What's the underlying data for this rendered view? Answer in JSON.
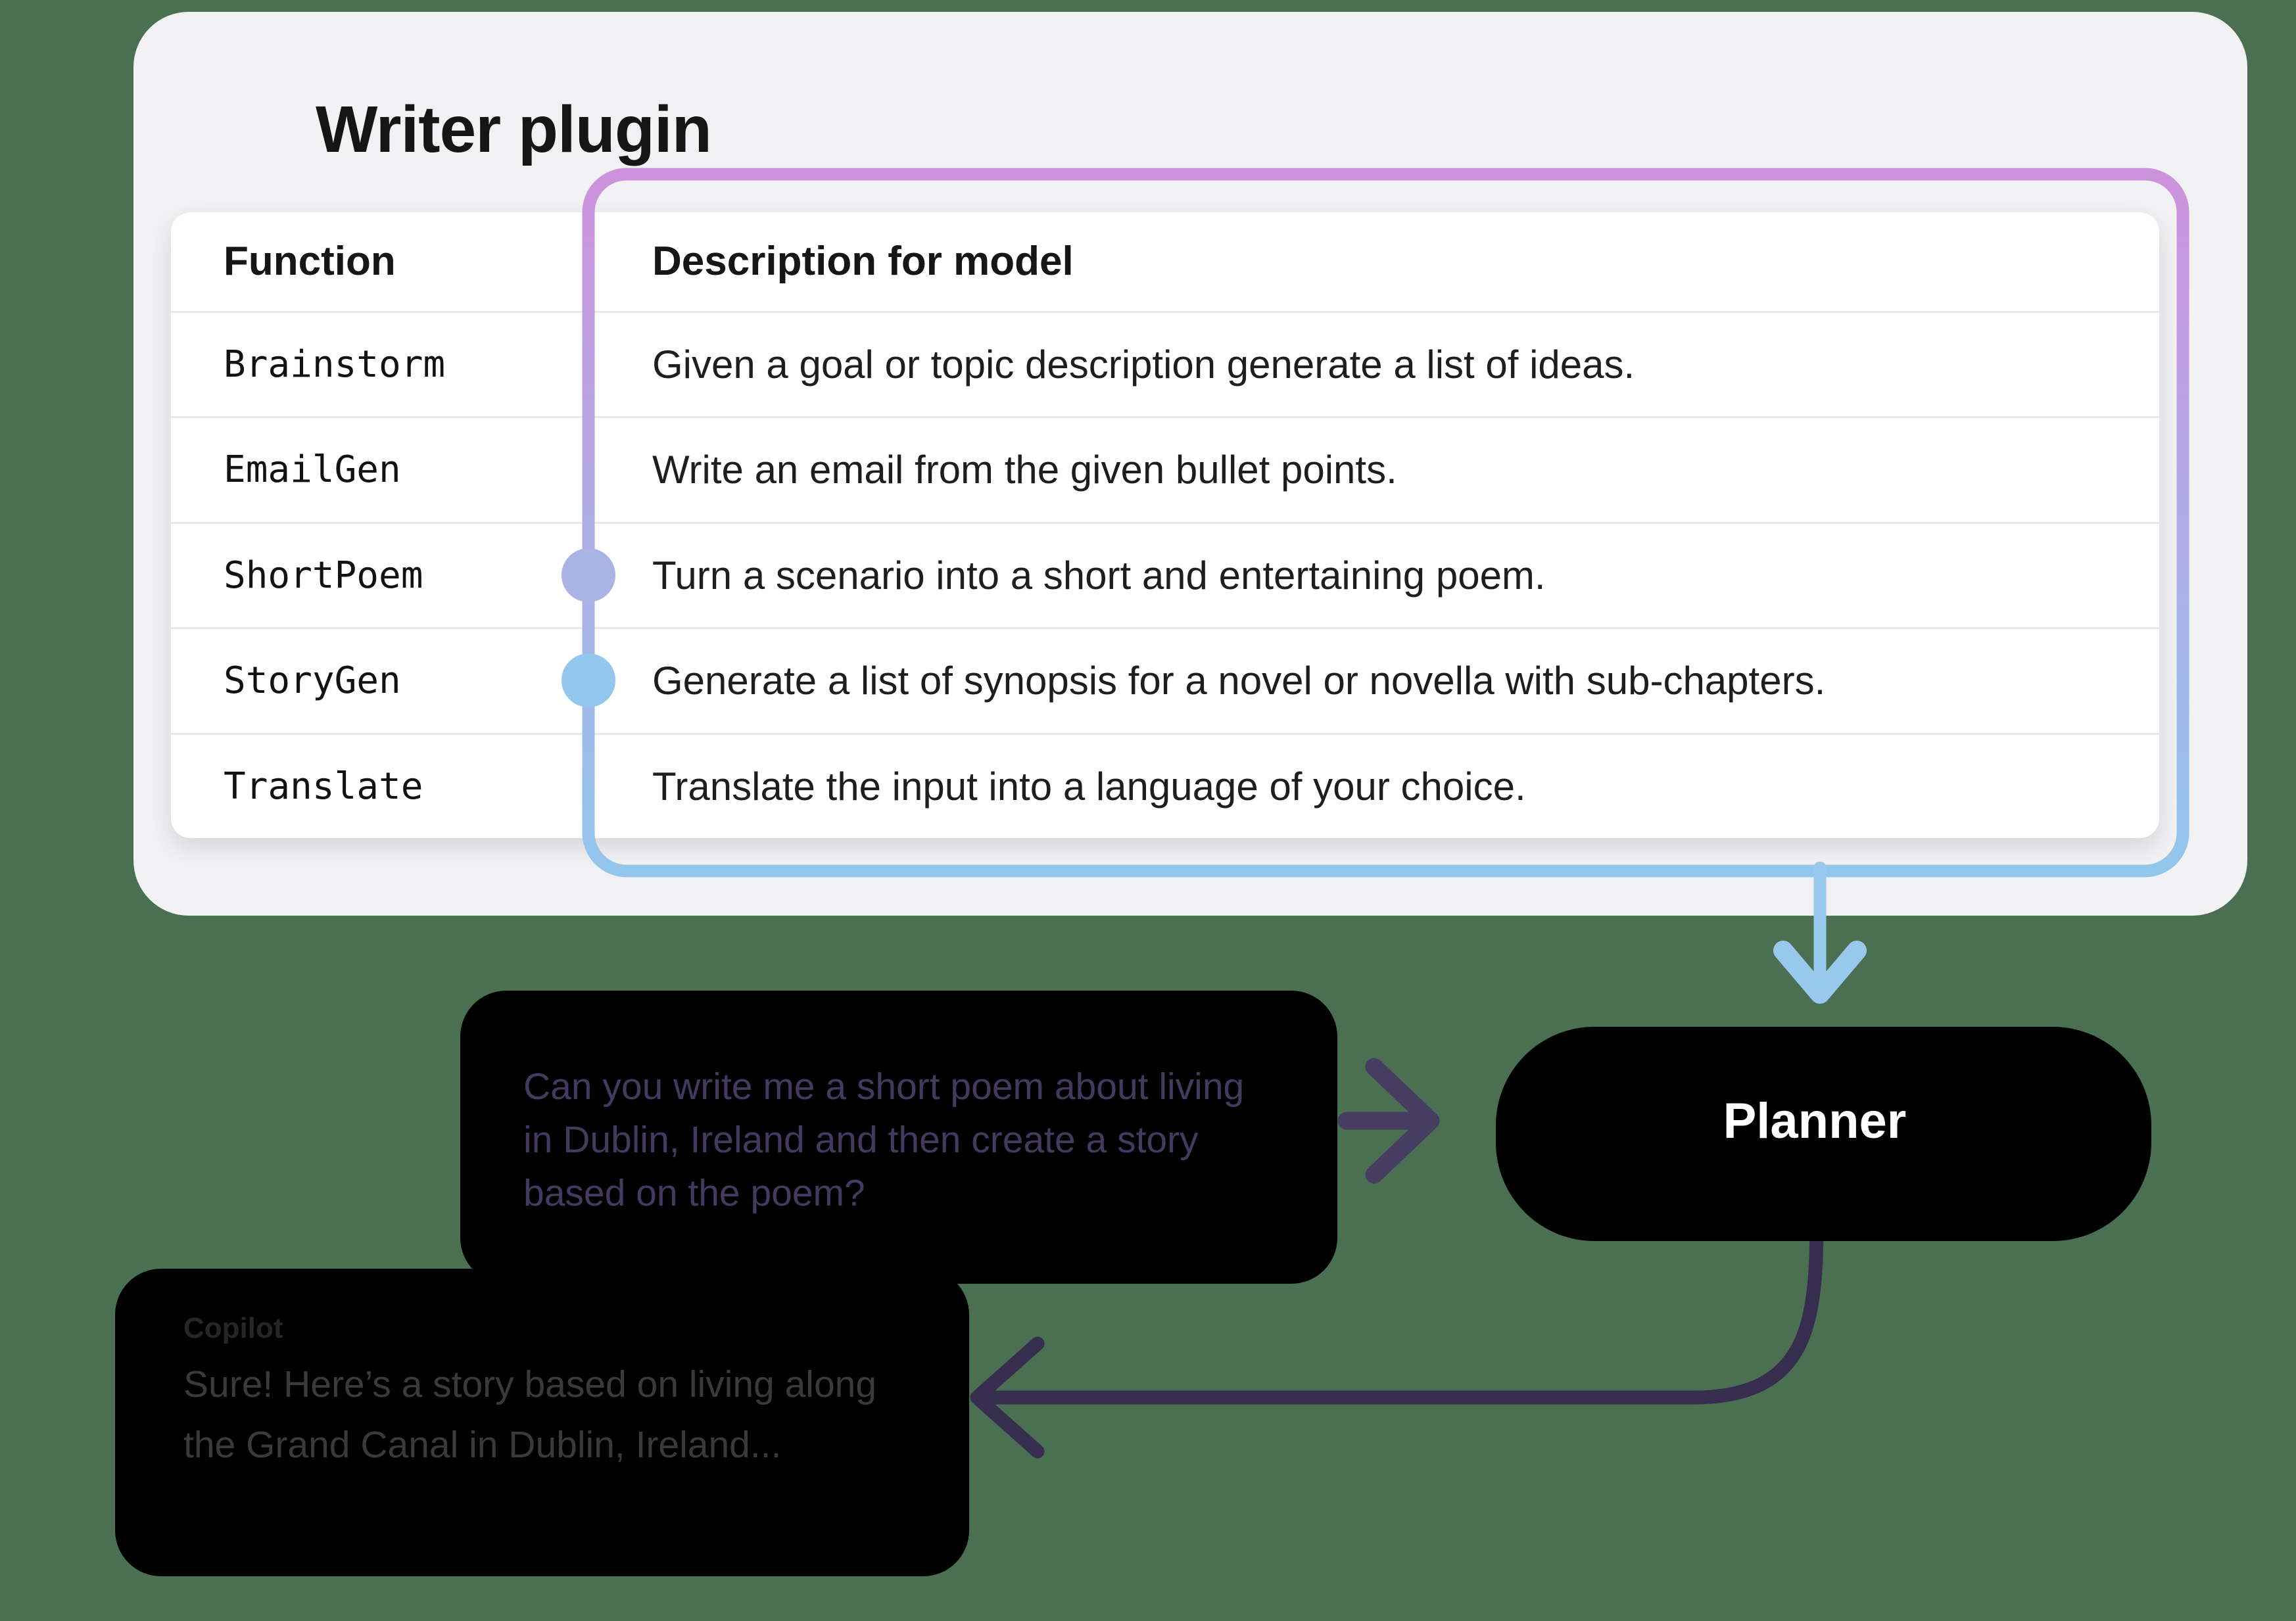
{
  "card": {
    "title": "Writer plugin"
  },
  "table": {
    "columns": {
      "function": "Function",
      "description": "Description for model"
    },
    "rows": [
      {
        "function": "Brainstorm",
        "description": "Given a goal or topic description generate a list of ideas."
      },
      {
        "function": "EmailGen",
        "description": "Write an email from the given bullet points."
      },
      {
        "function": "ShortPoem",
        "description": "Turn a scenario into a short and entertaining poem.",
        "marker_color": "#a9b4e5"
      },
      {
        "function": "StoryGen",
        "description": "Generate a list of synopsis for a novel or novella with sub-chapters.",
        "marker_color": "#93c7ed"
      },
      {
        "function": "Translate",
        "description": "Translate the input into a language of your choice."
      }
    ]
  },
  "flow": {
    "user_message": "Can you write me a short poem about living in Dublin, Ireland and then create a story based on the poem?",
    "planner_label": "Planner",
    "copilot_label": "Copilot",
    "copilot_message": "Sure! Here’s a story based on living along the Grand Canal in Dublin, Ireland..."
  },
  "colors": {
    "background": "#4a7051",
    "card_background": "#f2f1f3",
    "ring_gradient_top": "#cd92dc",
    "ring_gradient_bottom": "#93c6ec",
    "blue_arrow": "#98c8ec",
    "dark_arrow": "#473c61",
    "curve_arrow": "#362d4f",
    "planner_gradient_left": "#d9a4dc",
    "planner_gradient_right": "#9fcbe9",
    "user_bubble_gradient_left": "#dbe9fa",
    "user_bubble_gradient_right": "#f5e3f7",
    "sticker_shadow": "#000000"
  }
}
